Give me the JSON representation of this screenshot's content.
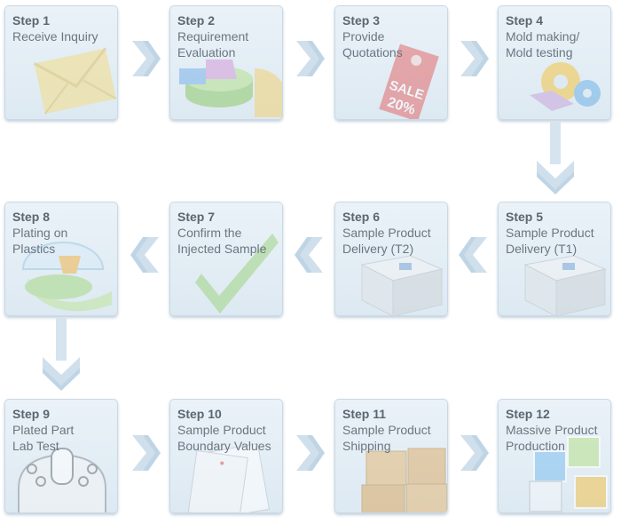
{
  "steps": [
    {
      "step": "Step 1",
      "label": "Receive Inquiry",
      "icon": "envelope-icon"
    },
    {
      "step": "Step 2",
      "label": "Requirement\nEvaluation",
      "icon": "pie-chart-icon"
    },
    {
      "step": "Step 3",
      "label": "Provide\nQuotations",
      "icon": "price-tag-icon",
      "tag_text": [
        "SALE",
        "20%"
      ]
    },
    {
      "step": "Step 4",
      "label": "Mold making/\nMold testing",
      "icon": "gears-icon"
    },
    {
      "step": "Step 5",
      "label": "Sample Product\nDelivery (T1)",
      "icon": "box-icon"
    },
    {
      "step": "Step 6",
      "label": "Sample Product\nDelivery (T2)",
      "icon": "box-icon"
    },
    {
      "step": "Step 7",
      "label": "Confirm the\nInjected Sample",
      "icon": "checkmark-icon"
    },
    {
      "step": "Step 8",
      "label": "Plating on\nPlastics",
      "icon": "plated-part-icon"
    },
    {
      "step": "Step 9",
      "label": "Plated Part\nLab Test",
      "icon": "test-device-icon"
    },
    {
      "step": "Step 10",
      "label": "Sample Product\nBoundary Values",
      "icon": "documents-icon"
    },
    {
      "step": "Step 11",
      "label": "Sample Product\nShipping",
      "icon": "crates-icon"
    },
    {
      "step": "Step 12",
      "label": "Massive Product\nProduction",
      "icon": "cubes-icon"
    }
  ],
  "colors": {
    "card_bg": "#e4eef5",
    "arrow": "#cfe0ec",
    "text": "#5e6a74"
  }
}
